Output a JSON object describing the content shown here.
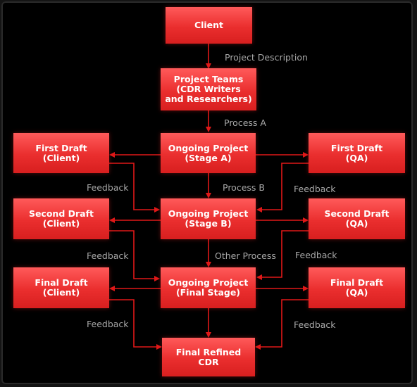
{
  "nodes": {
    "client": "Client",
    "teams": "Project Teams\n(CDR Writers\nand Researchers)",
    "stage_a": "Ongoing Project\n(Stage A)",
    "first_client": "First Draft\n(Client)",
    "first_qa": "First Draft\n(QA)",
    "stage_b": "Ongoing Project\n(Stage B)",
    "second_client": "Second Draft\n(Client)",
    "second_qa": "Second Draft\n(QA)",
    "final_stage": "Ongoing Project\n(Final Stage)",
    "final_client": "Final Draft\n(Client)",
    "final_qa": "Final Draft\n(QA)",
    "final_cdr": "Final Refined\nCDR"
  },
  "labels": {
    "project_description": "Project Description",
    "process_a": "Process A",
    "process_b": "Process B",
    "other_process": "Other Process",
    "feedback_1_left": "Feedback",
    "feedback_1_right": "Feedback",
    "feedback_2_left": "Feedback",
    "feedback_2_right": "Feedback",
    "feedback_3_left": "Feedback",
    "feedback_3_right": "Feedback"
  },
  "colors": {
    "node": "#ea2e2e",
    "arrow": "#e01818",
    "label": "#a8a8a8",
    "background": "#000000"
  }
}
